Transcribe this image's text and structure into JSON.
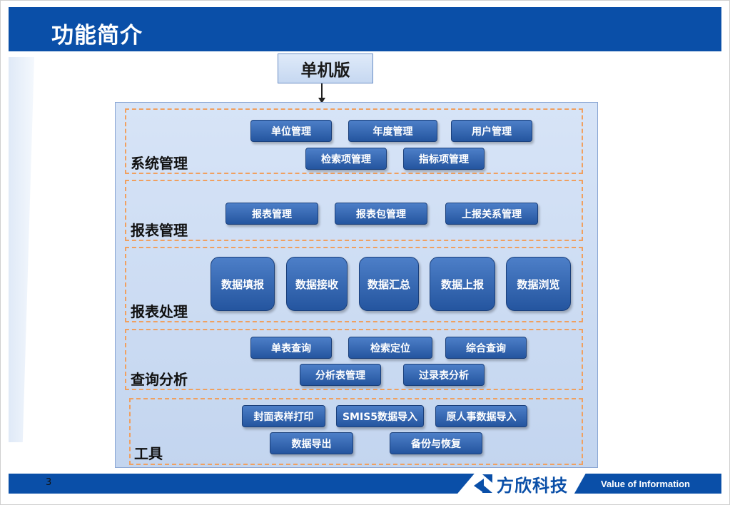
{
  "header": {
    "title": "功能简介"
  },
  "top_box": {
    "label": "单机版"
  },
  "groups": [
    {
      "label": "系统管理",
      "buttons": [
        "单位管理",
        "年度管理",
        "用户管理",
        "检索项管理",
        "指标项管理"
      ]
    },
    {
      "label": "报表管理",
      "buttons": [
        "报表管理",
        "报表包管理",
        "上报关系管理"
      ]
    },
    {
      "label": "报表处理",
      "buttons": [
        "数据填报",
        "数据接收",
        "数据汇总",
        "数据上报",
        "数据浏览"
      ]
    },
    {
      "label": "查询分析",
      "buttons": [
        "单表查询",
        "检索定位",
        "综合查询",
        "分析表管理",
        "过录表分析"
      ]
    },
    {
      "label": "工具",
      "buttons": [
        "封面表样打印",
        "SMIS5数据导入",
        "原人事数据导入",
        "数据导出",
        "备份与恢复"
      ]
    }
  ],
  "footer": {
    "page_number": "3",
    "brand": "方欣科技",
    "tagline": "Value of Information"
  },
  "colors": {
    "header_blue": "#0a4fa8",
    "button_blue": "#2f62ad",
    "dashed_orange": "#f0a060",
    "panel_blue": "#cddcf3"
  }
}
